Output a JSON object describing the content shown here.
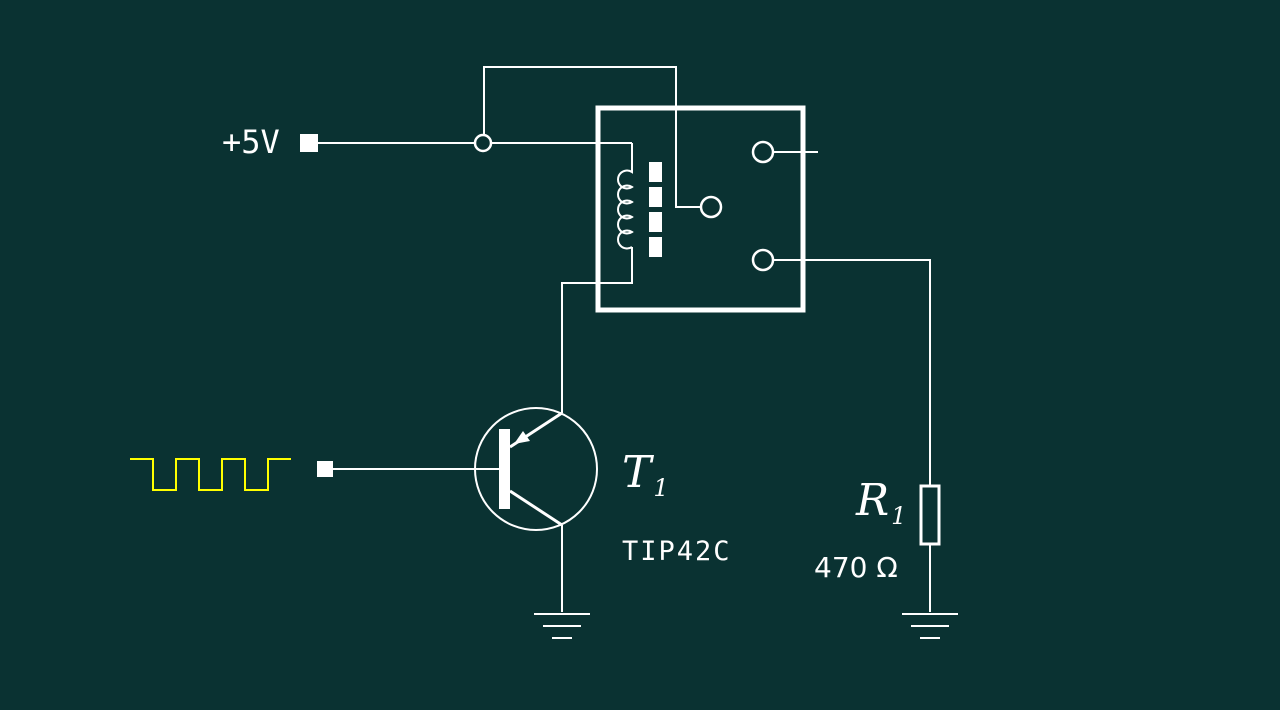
{
  "colors": {
    "background": "#0a3232",
    "wire": "#ffffff",
    "signal": "#ffff00"
  },
  "supply": {
    "label": "+5V"
  },
  "input": {
    "waveform": "square"
  },
  "transistor": {
    "ref": "T",
    "ref_sub": "1",
    "part": "TIP42C"
  },
  "resistor": {
    "ref": "R",
    "ref_sub": "1",
    "value": "470 Ω"
  }
}
